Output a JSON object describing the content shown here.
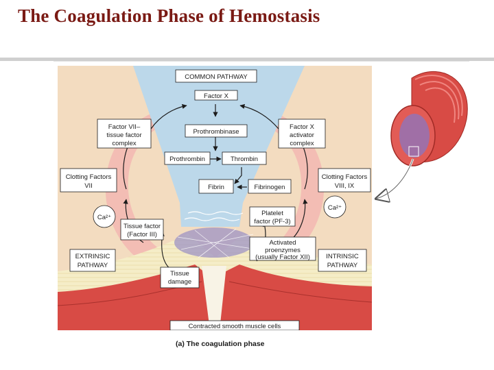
{
  "slide": {
    "title": "The Coagulation Phase of Hemostasis",
    "caption": "(a) The coagulation phase"
  },
  "diagram": {
    "common_pathway": "COMMON PATHWAY",
    "factor_x": "Factor X",
    "prothrombinase": "Prothrombinase",
    "prothrombin": "Prothrombin",
    "thrombin": "Thrombin",
    "fibrin": "Fibrin",
    "fibrinogen": "Fibrinogen",
    "factor_vii_complex": [
      "Factor VII–",
      "tissue factor",
      "complex"
    ],
    "factor_x_activator": [
      "Factor X",
      "activator",
      "complex"
    ],
    "clotting_vii": [
      "Clotting Factors",
      "VII"
    ],
    "clotting_viii_ix": [
      "Clotting Factors",
      "VIII, IX"
    ],
    "ca_left": "Ca²⁺",
    "ca_right": "Ca²⁺",
    "tissue_factor": [
      "Tissue factor",
      "(Factor III)"
    ],
    "platelet_factor": [
      "Platelet",
      "factor (PF-3)"
    ],
    "activated_proenzymes": [
      "Activated",
      "proenzymes",
      "(usually Factor XII)"
    ],
    "extrinsic": [
      "EXTRINSIC",
      "PATHWAY"
    ],
    "intrinsic": [
      "INTRINSIC",
      "PATHWAY"
    ],
    "tissue_damage": [
      "Tissue",
      "damage"
    ],
    "smooth_muscle": "Contracted smooth muscle cells"
  },
  "colors": {
    "background": "#f3dcc0",
    "common_funnel": "#bcd8ea",
    "pathway_arrow": "#f2b7b2",
    "vessel_red": "#d84b45",
    "fat_layer": "#f5edc7",
    "title": "#7a1a14"
  }
}
